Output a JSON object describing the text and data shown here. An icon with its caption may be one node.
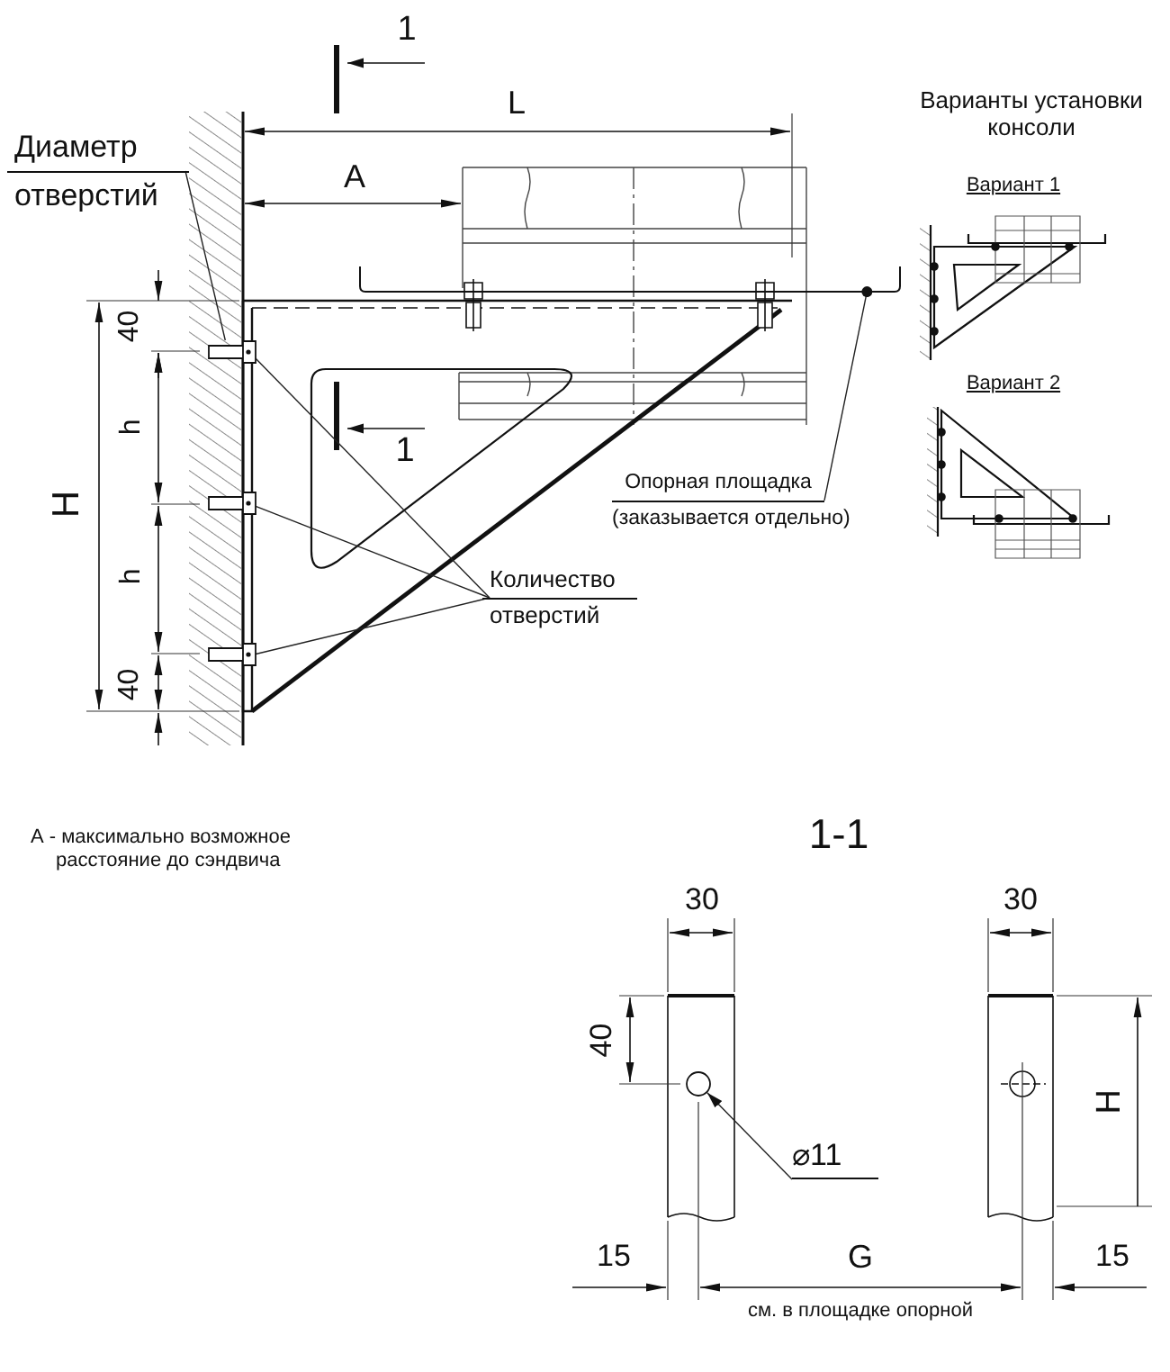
{
  "diagram": {
    "nodes": [
      {
        "text": [
          "Диаметр отверстий"
        ]
      },
      {
        "text": [],
        "shape": "bolt"
      },
      {
        "text": [],
        "shape": "bolt"
      },
      {
        "text": [],
        "shape": "bolt"
      },
      {
        "text": [],
        "shape": "bar"
      },
      {
        "text": [
          "Опорная площадка",
          "(заказывается отдельно)"
        ]
      },
      {
        "text": [
          "Количество отверстий"
        ]
      },
      {
        "text": [],
        "shape": "circle"
      },
      {
        "text": [
          "⌀11"
        ]
      }
    ],
    "edges": [
      {
        "from": 0,
        "to": 1,
        "arrow": "none"
      },
      {
        "from": 5,
        "to": 4,
        "arrow": "other"
      },
      {
        "from": 6,
        "to": 1,
        "arrow": "none"
      },
      {
        "from": 6,
        "to": 2,
        "arrow": "none"
      },
      {
        "from": 6,
        "to": 3,
        "arrow": "none"
      },
      {
        "from": 8,
        "to": 7,
        "arrow": "to"
      }
    ],
    "labels": [
      "1",
      "L",
      "A",
      "40",
      "h",
      "h",
      "40",
      "H",
      "1",
      "Варианты установки консоли",
      "Вариант 1",
      "Вариант 2",
      "А - максимально возможное расстояние до сэндвича",
      "1-1",
      "30",
      "30",
      "40",
      "H",
      "15",
      "G",
      "15",
      "см. в площадке опорной"
    ]
  }
}
